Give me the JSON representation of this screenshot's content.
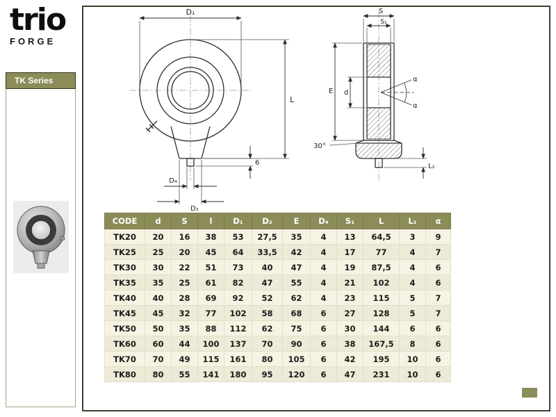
{
  "brand": {
    "name": "trio",
    "sub": "FORGE"
  },
  "sidebar": {
    "series_label": "TK Series",
    "product_image": "weld-on-rod-end-photo"
  },
  "drawings": {
    "front": {
      "d1": "D₁",
      "l": "L",
      "six": "6",
      "d4": "D₄",
      "d2": "D₂"
    },
    "side": {
      "s": "S",
      "s1": "S₁",
      "e": "E",
      "d": "d",
      "alpha_top": "α",
      "alpha_bottom": "α",
      "angle30": "30°",
      "l2": "L₂"
    }
  },
  "table": {
    "headers": [
      "CODE",
      "d",
      "S",
      "l",
      "D₁",
      "D₂",
      "E",
      "D₄",
      "S₁",
      "L",
      "L₁",
      "α"
    ],
    "rows": [
      [
        "TK20",
        "20",
        "16",
        "38",
        "53",
        "27,5",
        "35",
        "4",
        "13",
        "64,5",
        "3",
        "9"
      ],
      [
        "TK25",
        "25",
        "20",
        "45",
        "64",
        "33,5",
        "42",
        "4",
        "17",
        "77",
        "4",
        "7"
      ],
      [
        "TK30",
        "30",
        "22",
        "51",
        "73",
        "40",
        "47",
        "4",
        "19",
        "87,5",
        "4",
        "6"
      ],
      [
        "TK35",
        "35",
        "25",
        "61",
        "82",
        "47",
        "55",
        "4",
        "21",
        "102",
        "4",
        "6"
      ],
      [
        "TK40",
        "40",
        "28",
        "69",
        "92",
        "52",
        "62",
        "4",
        "23",
        "115",
        "5",
        "7"
      ],
      [
        "TK45",
        "45",
        "32",
        "77",
        "102",
        "58",
        "68",
        "6",
        "27",
        "128",
        "5",
        "7"
      ],
      [
        "TK50",
        "50",
        "35",
        "88",
        "112",
        "62",
        "75",
        "6",
        "30",
        "144",
        "6",
        "6"
      ],
      [
        "TK60",
        "60",
        "44",
        "100",
        "137",
        "70",
        "90",
        "6",
        "38",
        "167,5",
        "8",
        "6"
      ],
      [
        "TK70",
        "70",
        "49",
        "115",
        "161",
        "80",
        "105",
        "6",
        "42",
        "195",
        "10",
        "6"
      ],
      [
        "TK80",
        "80",
        "55",
        "141",
        "180",
        "95",
        "120",
        "6",
        "47",
        "231",
        "10",
        "6"
      ]
    ]
  },
  "colors": {
    "accent_olive": "#8c8c59",
    "row_cream": "#f6f3e2",
    "row_cream_alt": "#edead7",
    "frame_dark": "#3e3e31",
    "header_text": "#ffffff"
  }
}
